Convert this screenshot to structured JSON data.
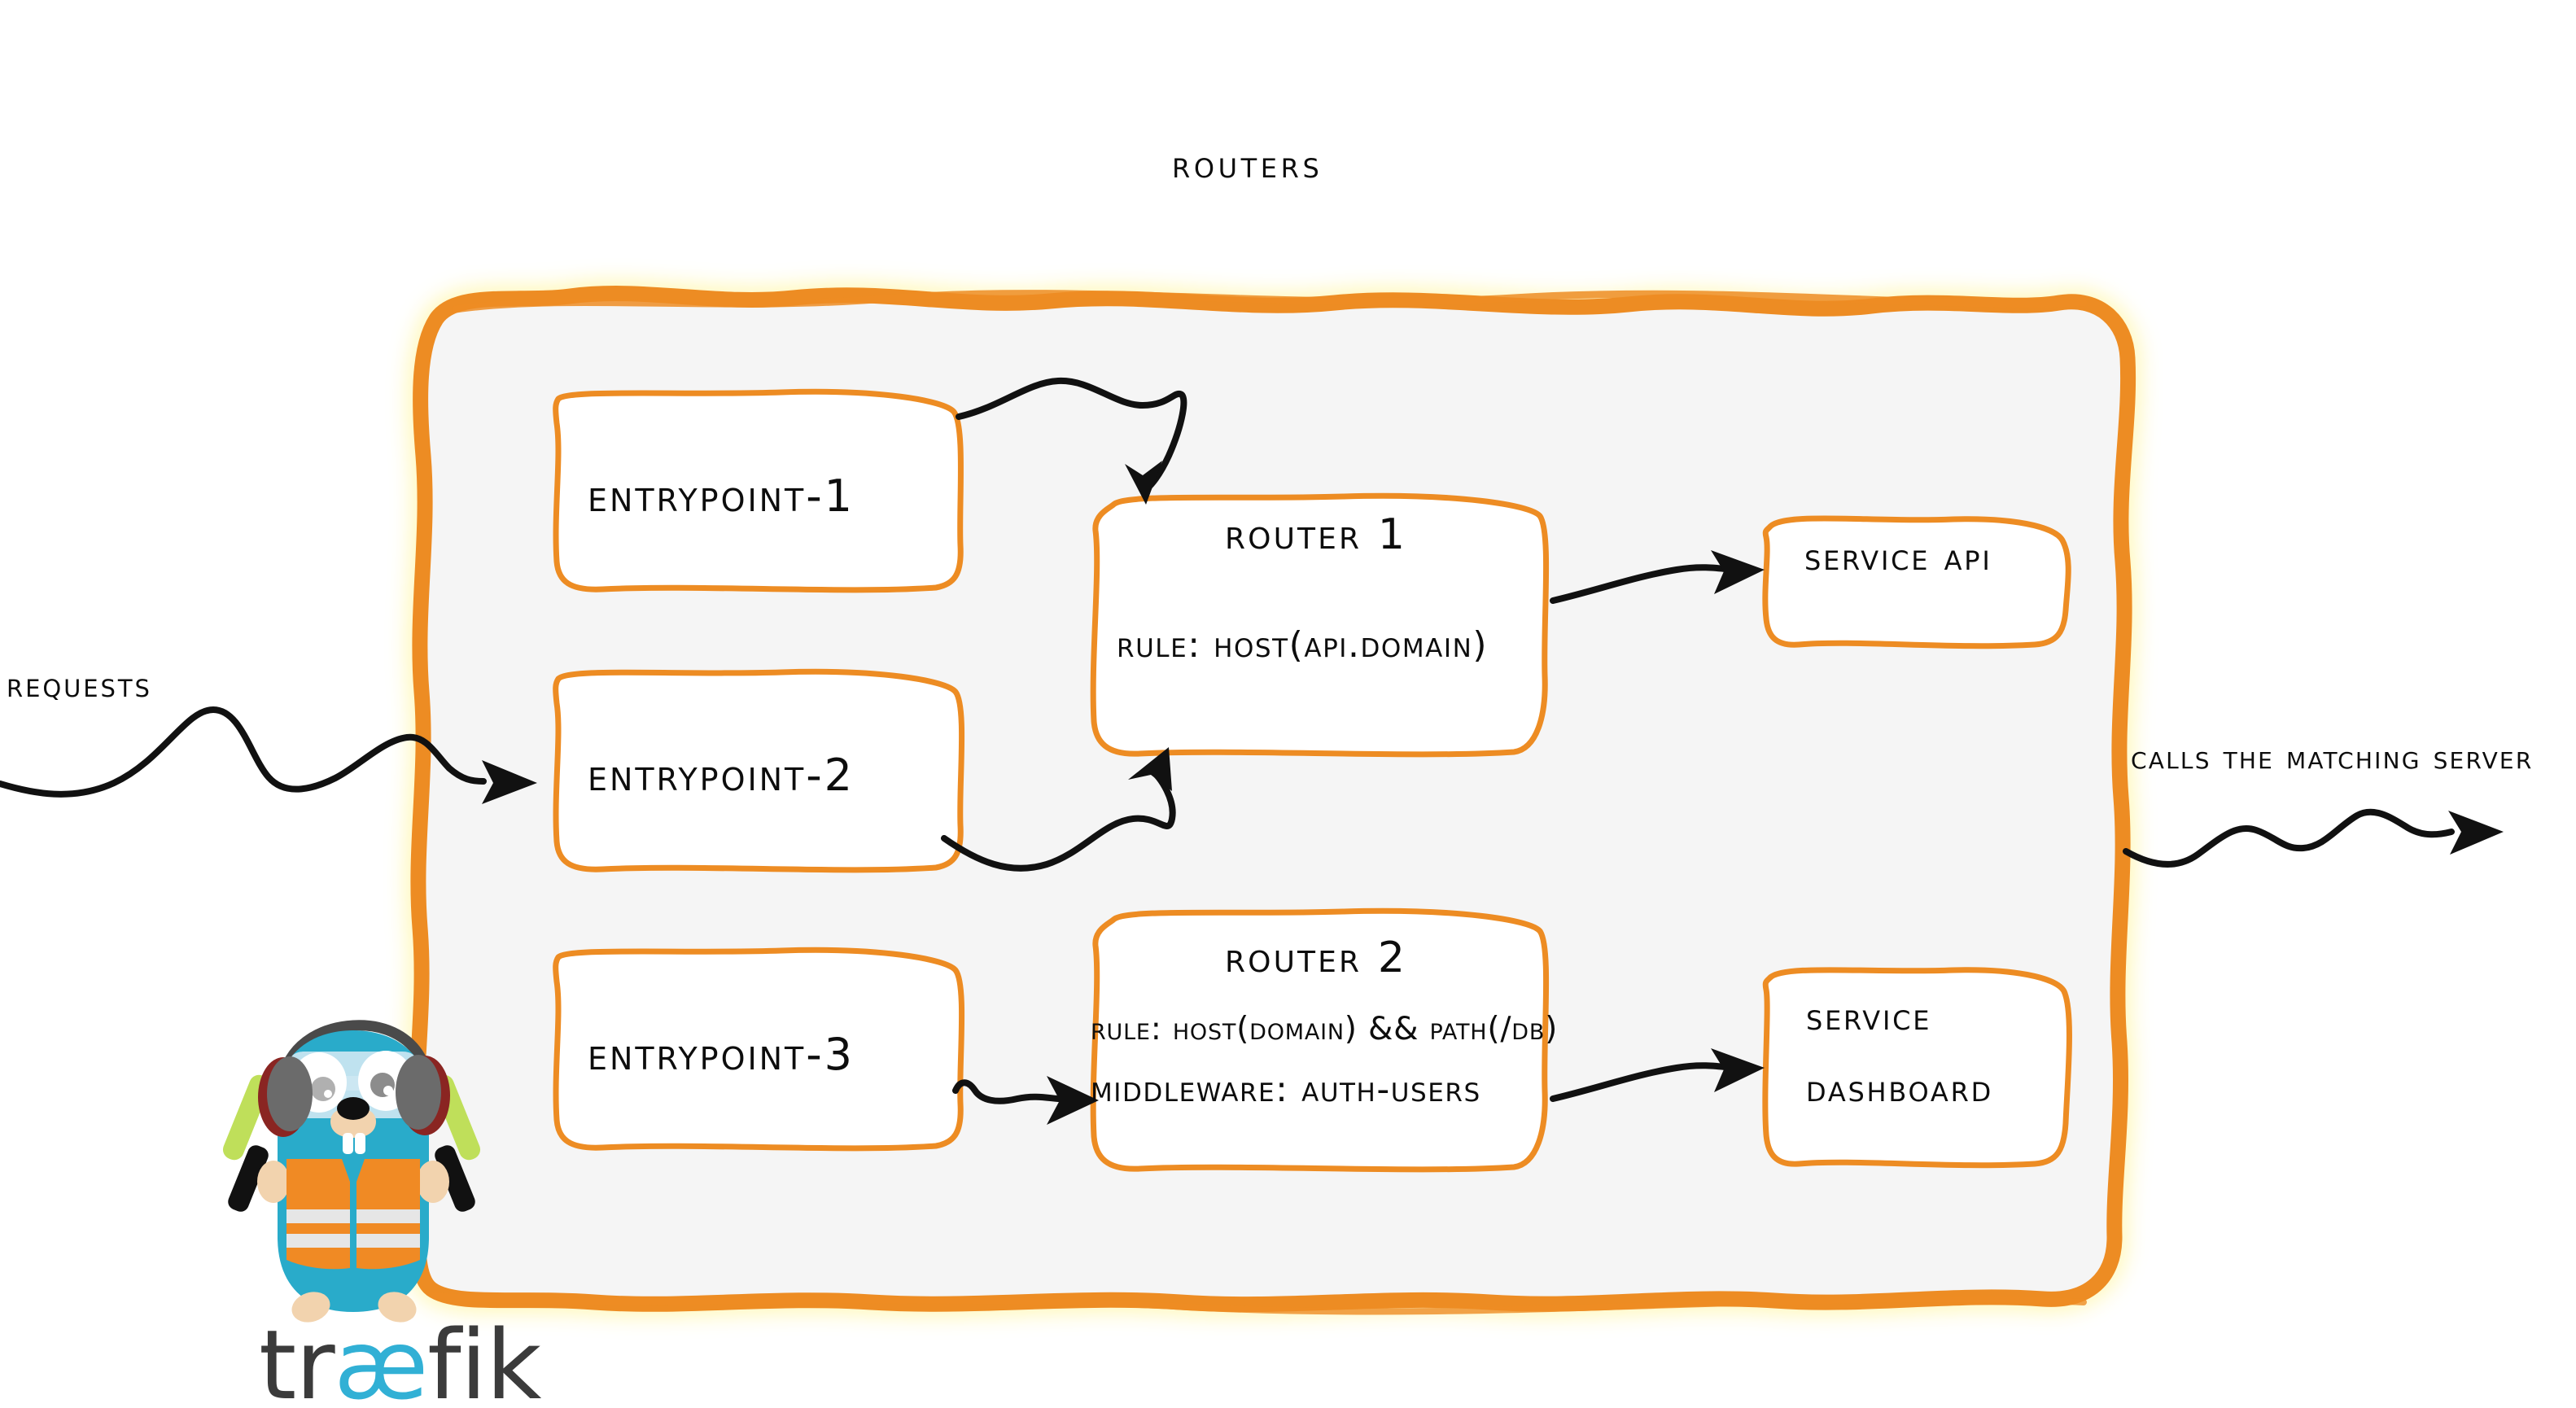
{
  "diagram": {
    "title": "Routers",
    "theme": {
      "orange": "#ED8C23",
      "panel_fill": "#F5F5F5",
      "ink": "#0d0d0d",
      "gopher_body": "#29ABCA",
      "vest_orange": "#F08A24",
      "wordmark_grey": "#3b3b3b",
      "wordmark_accent": "#31B0D5"
    },
    "entrypoints": [
      {
        "label": "entrypoint-1"
      },
      {
        "label": "entrypoint-2"
      },
      {
        "label": "entrypoint-3"
      }
    ],
    "routers": [
      {
        "title": "Router 1",
        "rule": "rule: Host(api.domain)"
      },
      {
        "title": "Router 2",
        "rule": "rule: Host(domain) && Path(/db)",
        "middleware": "Middleware: auth-users"
      }
    ],
    "services": [
      {
        "lines": [
          "Service API"
        ]
      },
      {
        "lines": [
          "Service",
          "Dashboard"
        ]
      }
    ],
    "annotations": {
      "inbound": "Requests",
      "outbound": "Calls the matching server"
    },
    "logo": {
      "word_prefix": "tr",
      "word_ligature": "æ",
      "word_suffix": "fik",
      "mascot": "traefik-gopher"
    }
  }
}
